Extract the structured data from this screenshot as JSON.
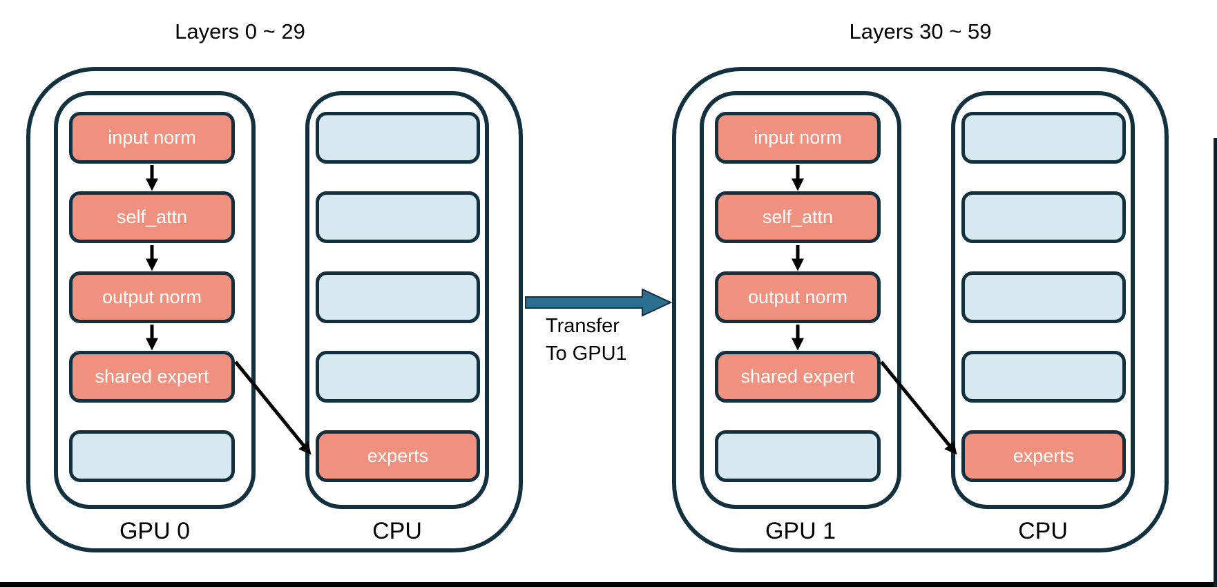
{
  "diagram": {
    "groups": [
      {
        "title": "Layers 0 ~ 29",
        "gpu": {
          "label": "GPU 0",
          "blocks": [
            {
              "label": "input norm",
              "type": "salmon"
            },
            {
              "label": "self_attn",
              "type": "salmon"
            },
            {
              "label": "output norm",
              "type": "salmon"
            },
            {
              "label": "shared expert",
              "type": "salmon"
            },
            {
              "label": "",
              "type": "blue"
            }
          ]
        },
        "cpu": {
          "label": "CPU",
          "blocks": [
            {
              "label": "",
              "type": "blue"
            },
            {
              "label": "",
              "type": "blue"
            },
            {
              "label": "",
              "type": "blue"
            },
            {
              "label": "",
              "type": "blue"
            },
            {
              "label": "experts",
              "type": "salmon"
            }
          ]
        }
      },
      {
        "title": "Layers 30 ~ 59",
        "gpu": {
          "label": "GPU 1",
          "blocks": [
            {
              "label": "input norm",
              "type": "salmon"
            },
            {
              "label": "self_attn",
              "type": "salmon"
            },
            {
              "label": "output norm",
              "type": "salmon"
            },
            {
              "label": "shared expert",
              "type": "salmon"
            },
            {
              "label": "",
              "type": "blue"
            }
          ]
        },
        "cpu": {
          "label": "CPU",
          "blocks": [
            {
              "label": "",
              "type": "blue"
            },
            {
              "label": "",
              "type": "blue"
            },
            {
              "label": "",
              "type": "blue"
            },
            {
              "label": "",
              "type": "blue"
            },
            {
              "label": "experts",
              "type": "salmon"
            }
          ]
        }
      }
    ],
    "transfer": {
      "label": "Transfer\nTo GPU1"
    },
    "icons": {
      "flow_arrow": "down-arrow",
      "offload_arrow": "diagonal-arrow",
      "transfer_arrow": "right-arrow"
    },
    "colors": {
      "outline_navy": "#13303F",
      "block_salmon": "#F0917F",
      "block_blue": "#D6E9F0",
      "transfer_arrow_fill": "#2B6F8E",
      "flow_arrow_black": "#000000",
      "frame_line_black": "#000000"
    }
  }
}
